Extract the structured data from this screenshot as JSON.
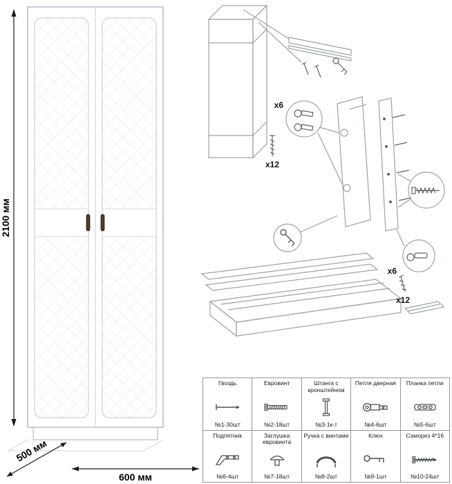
{
  "wardrobe": {
    "dim_height": "2100 мм",
    "dim_depth": "500 мм",
    "dim_width": "600 мм"
  },
  "assembly": {
    "top_screw_count": "x12",
    "top_hinge_count": "x6",
    "bottom_hinge_count": "x6",
    "bottom_screw_count": "x12"
  },
  "parts_table": {
    "rows": [
      [
        {
          "name": "Гвоздь",
          "count": "№1-30шт",
          "icon": "nail-icon"
        },
        {
          "name": "Евровинт",
          "count": "№2-18шт",
          "icon": "euroscrew-icon"
        },
        {
          "name": "Штанга с кронштейном",
          "count": "№3-1к-т",
          "icon": "rod-with-bracket-icon"
        },
        {
          "name": "Петля дверная",
          "count": "№4-6шт",
          "icon": "door-hinge-icon"
        },
        {
          "name": "Планка петли",
          "count": "№5-6шт",
          "icon": "hinge-plate-icon"
        }
      ],
      [
        {
          "name": "Подпятник",
          "count": "№6-4шт",
          "icon": "footpad-icon"
        },
        {
          "name": "Заглушка евровинта",
          "count": "№7-18шт",
          "icon": "screw-cap-icon"
        },
        {
          "name": "Ручка с винтами",
          "count": "№8-2шт",
          "icon": "handle-icon"
        },
        {
          "name": "Ключ",
          "count": "№9-1шт",
          "icon": "key-icon"
        },
        {
          "name": "Саморез 4*16",
          "count": "№10-24шт",
          "icon": "self-tapping-screw-icon"
        }
      ]
    ]
  },
  "colors": {
    "line_light": "#9aa2a9",
    "line_dark": "#5d646b",
    "panel_stroke": "#c9d0d6",
    "text": "#111111",
    "handle": "#4e3a28"
  }
}
